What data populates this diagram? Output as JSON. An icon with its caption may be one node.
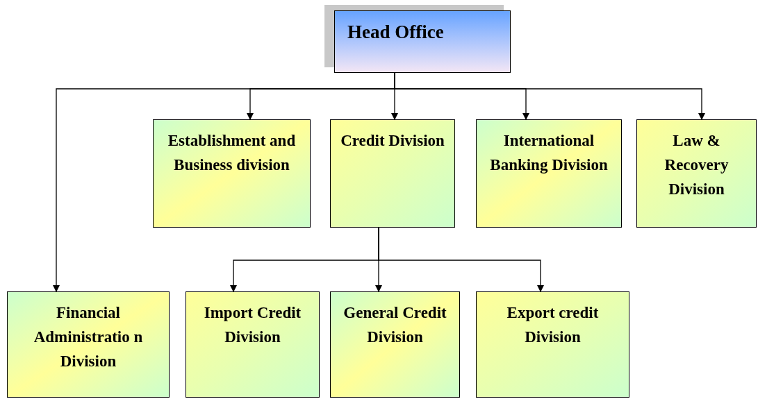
{
  "diagram": {
    "nodes": [
      {
        "text": [
          "Head Office"
        ]
      },
      {
        "text": [
          "Establishment and Business division"
        ]
      },
      {
        "text": [
          "Credit Division"
        ]
      },
      {
        "text": [
          "International Banking Division"
        ]
      },
      {
        "text": [
          "Law & Recovery Division"
        ]
      },
      {
        "text": [
          "Financial Administratio n Division"
        ]
      },
      {
        "text": [
          "Import Credit Division"
        ]
      },
      {
        "text": [
          "General Credit Division"
        ]
      },
      {
        "text": [
          "Export credit Division"
        ]
      }
    ],
    "edges": [
      {
        "from": 0,
        "to": 5,
        "arrow": "to"
      },
      {
        "from": 0,
        "to": 1,
        "arrow": "to"
      },
      {
        "from": 0,
        "to": 2,
        "arrow": "to"
      },
      {
        "from": 0,
        "to": 3,
        "arrow": "to"
      },
      {
        "from": 0,
        "to": 4,
        "arrow": "to"
      },
      {
        "from": 2,
        "to": 6,
        "arrow": "to"
      },
      {
        "from": 2,
        "to": 7,
        "arrow": "to"
      },
      {
        "from": 2,
        "to": 8,
        "arrow": "to"
      }
    ]
  }
}
